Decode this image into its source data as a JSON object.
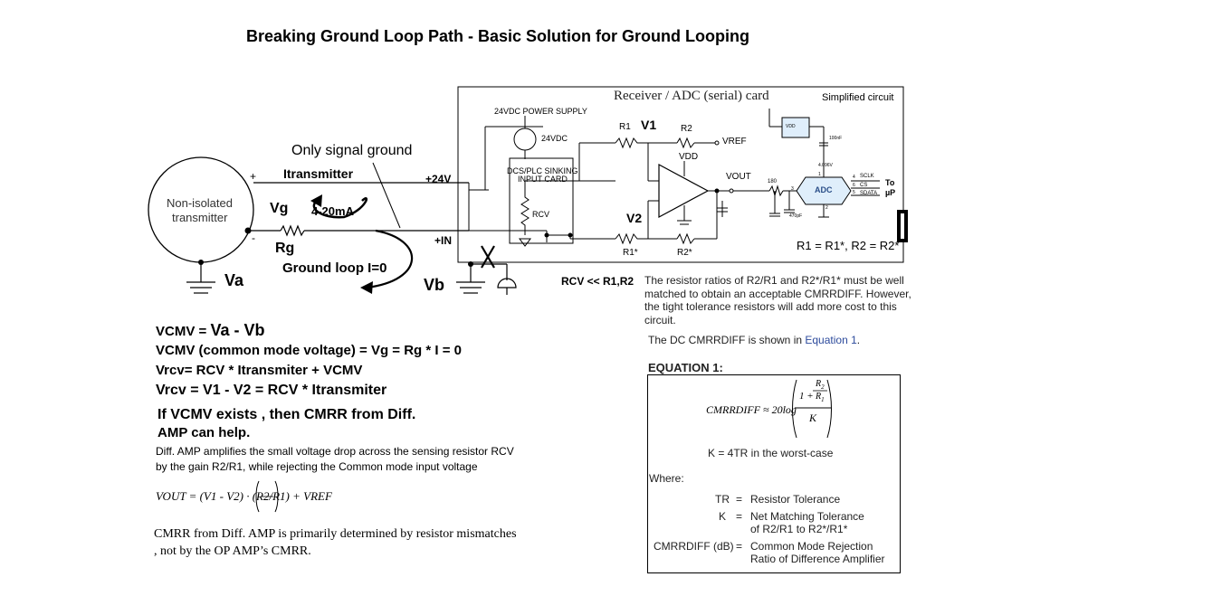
{
  "title": "Breaking Ground Loop Path - Basic Solution for Ground Looping",
  "left_circuit": {
    "transmitter_label_1": "Non-isolated",
    "transmitter_label_2": "transmitter",
    "plus": "+",
    "minus": "-",
    "only_signal_ground": "Only signal ground",
    "itransmitter": "Itransmitter",
    "plus24v": "+24V",
    "vg": "Vg",
    "current": "4-20mA",
    "rg": "Rg",
    "plus_in": "+IN",
    "ground_loop": "Ground loop I=0",
    "va": "Va",
    "vb": "Vb",
    "break_mark": "X"
  },
  "receiver": {
    "header": "Receiver / ADC (serial) card",
    "simplified": "Simplified circuit",
    "power_supply": "24VDC POWER SUPPLY",
    "supply_value": "24VDC",
    "sinking_1": "DCS/PLC SINKING",
    "sinking_2": "INPUT CARD",
    "rcv": "RCV",
    "r1": "R1",
    "v1": "V1",
    "r2": "R2",
    "vref": "VREF",
    "vdd": "VDD",
    "vout": "VOUT",
    "v2": "V2",
    "r1star": "R1*",
    "r2star": "R2*",
    "adc": "ADC",
    "sclk": "SCLK",
    "cs": "CS",
    "sdata": "SDATA",
    "to": "To",
    "mup": "µP",
    "r180": "180",
    "c100": "100nF",
    "c470": "470pF",
    "pin_nums": [
      "3",
      "4",
      "5",
      "6",
      "1",
      "2"
    ],
    "vdd_chip": "VDD",
    "cap_note": "4.096V",
    "ratio_eq": "R1 = R1*, R2 = R2*"
  },
  "rcv_note": "RCV << R1,R2",
  "ratio_text": [
    "The resistor ratios of R2/R1 and R2*/R1* must be well",
    "matched to obtain an acceptable CMRRDIFF. However,",
    "the tight tolerance resistors will add more cost to this",
    "circuit."
  ],
  "dc_cmrr": {
    "prefix": "The DC CMRRDIFF is shown in ",
    "link": "Equation 1",
    "suffix": "."
  },
  "equation_title": "EQUATION 1:",
  "equation_box": {
    "formula_lhs": "CMRRDIFF ≈ 20log",
    "k_line": "K = 4TR in the worst-case",
    "where": "Where:",
    "defs": [
      {
        "sym": "TR",
        "eq": "=",
        "desc": "Resistor Tolerance"
      },
      {
        "sym": "K",
        "eq": "=",
        "desc": "Net Matching Tolerance",
        "desc2": "of R2/R1 to R2*/R1*"
      },
      {
        "sym": "CMRRDIFF (dB)",
        "eq": "=",
        "desc": "Common Mode Rejection",
        "desc2": "Ratio of Difference Amplifier"
      }
    ]
  },
  "equations": {
    "l1_a": "VCMV = ",
    "l1_b": "Va - Vb",
    "l2_a": "VCMV (common mode voltage)",
    "l2_b": " = Vg = Rg * I = 0",
    "l3": "Vrcv= RCV * Itransmiter + VCMV",
    "l4": "Vrcv = V1 - V2 = RCV * Itransmiter",
    "l5": "If  VCMV exists , then CMRR from Diff.",
    "l6": "AMP can help.",
    "l7": "Diff. AMP amplifies the small voltage drop across the sensing resistor RCV",
    "l8": "by the gain R2/R1, while rejecting the Common mode input voltage",
    "vout_formula": "VOUT = (V1 - V2) · (R2/R1) + VREF",
    "l9": "CMRR from Diff. AMP is primarily determined by resistor mismatches",
    "l10": ", not by the OP AMP’s  CMRR."
  }
}
